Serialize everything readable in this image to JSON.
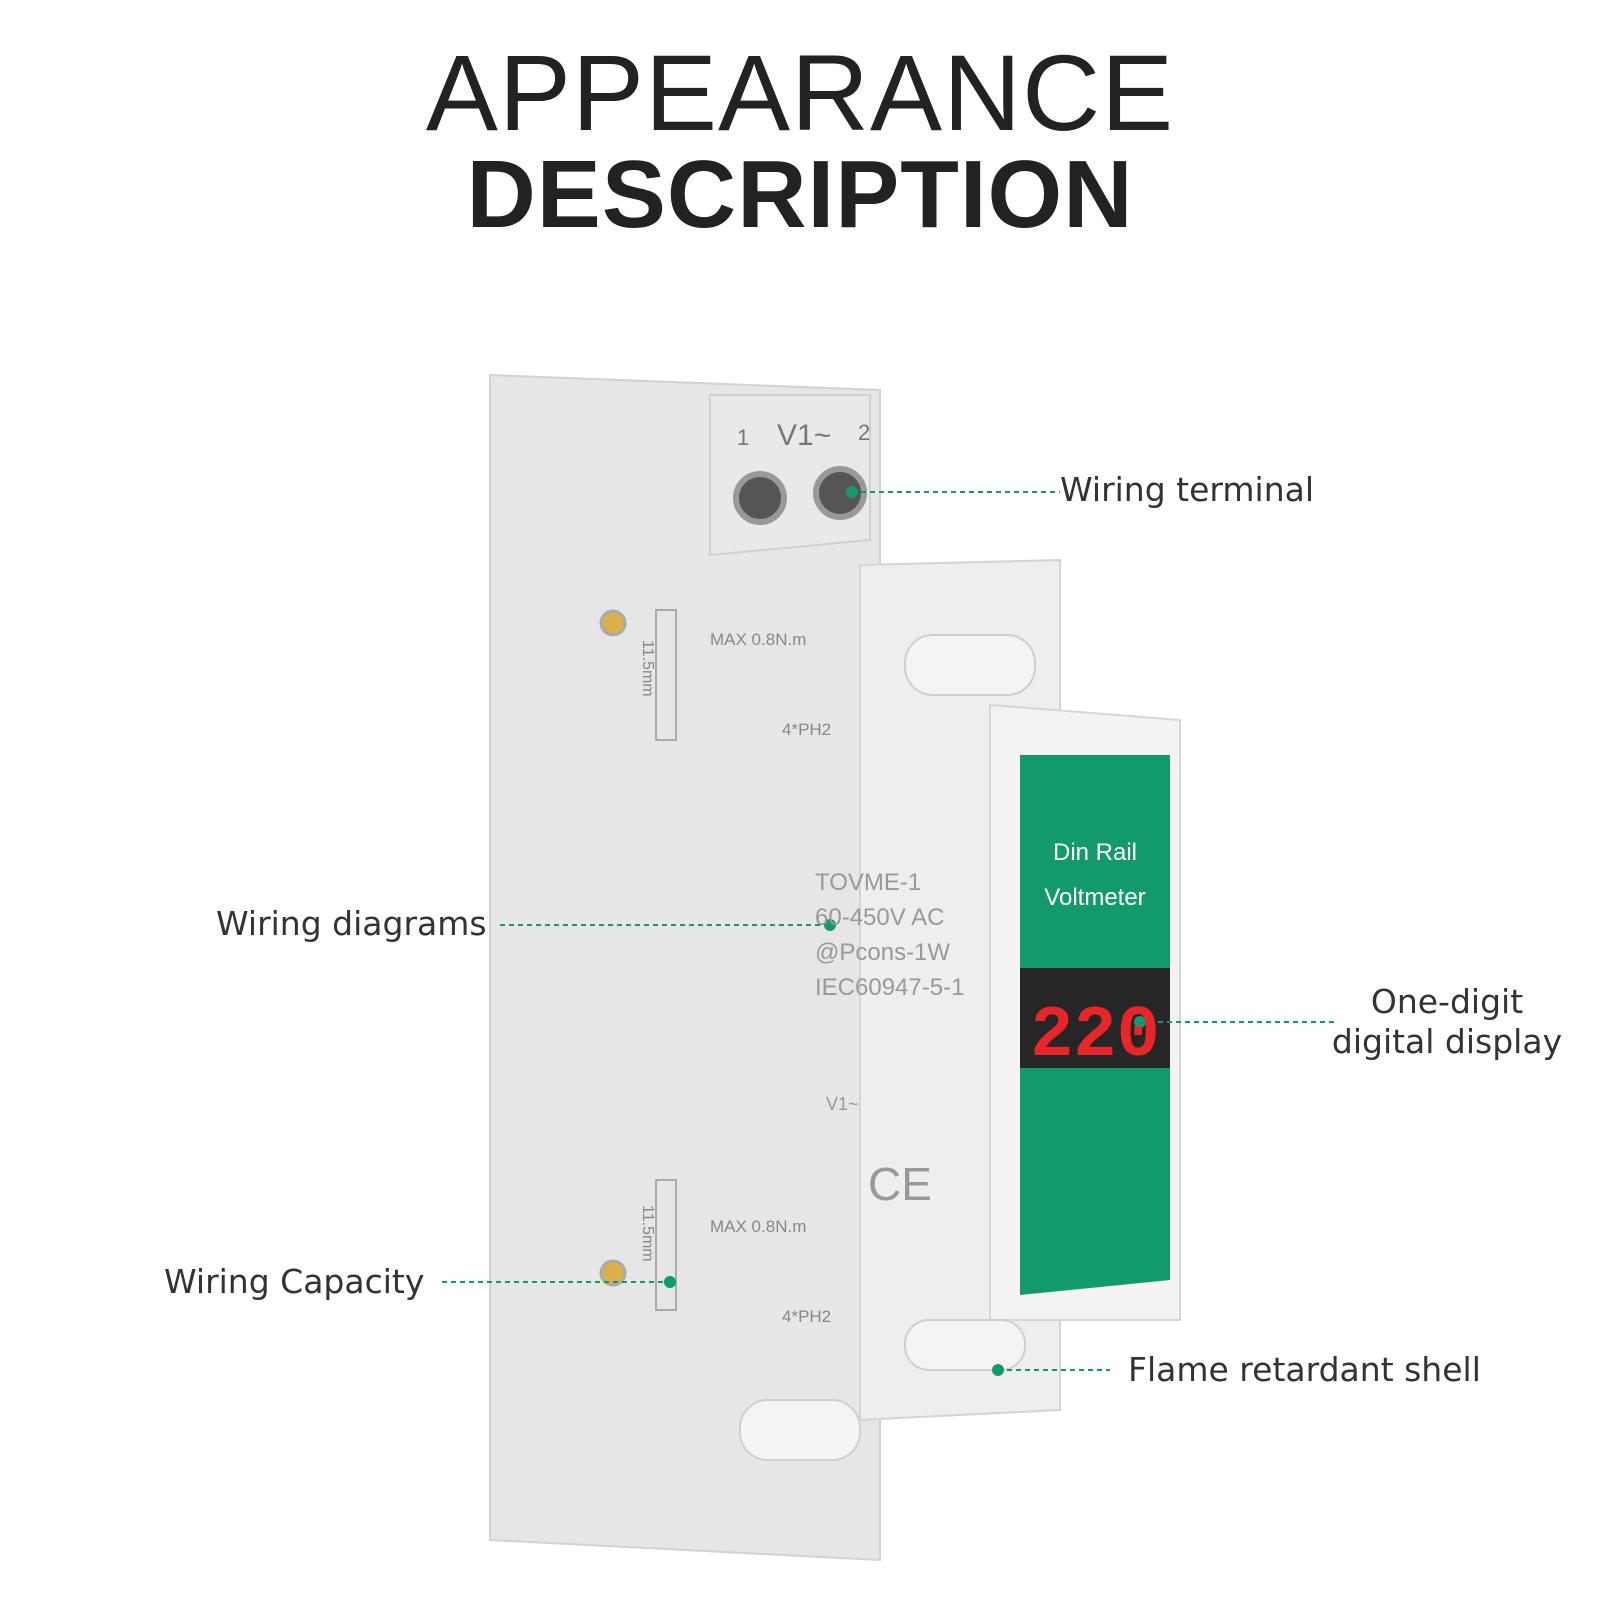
{
  "title": {
    "line1": "APPEARANCE",
    "line2": "DESCRIPTION"
  },
  "device": {
    "terminal_top_label": "V1~",
    "terminal_num_1": "1",
    "terminal_num_2": "2",
    "torque_label_top": "MAX 0.8N.m",
    "torque_label_bottom": "MAX 0.8N.m",
    "screw_label_top": "4*PH2",
    "screw_label_bottom": "4*PH2",
    "strip_length_top": "11.5mm",
    "strip_length_bottom": "11.5mm",
    "model": "TOVME-1",
    "voltage_range": "60-450V AC",
    "power": "@Pcons-1W",
    "standard": "IEC60947-5-1",
    "diagram_label": "V1~",
    "ce_mark": "CE",
    "panel_line1": "Din Rail",
    "panel_line2": "Voltmeter",
    "display_value": "220"
  },
  "callouts": {
    "wiring_terminal": "Wiring terminal",
    "wiring_diagrams": "Wiring diagrams",
    "digital_display_line1": "One-digit",
    "digital_display_line2": "digital display",
    "wiring_capacity": "Wiring Capacity",
    "flame_retardant": "Flame retardant shell"
  },
  "colors": {
    "accent_green": "#129a6a",
    "shell": "#ececec",
    "display_red": "#e8262a"
  }
}
